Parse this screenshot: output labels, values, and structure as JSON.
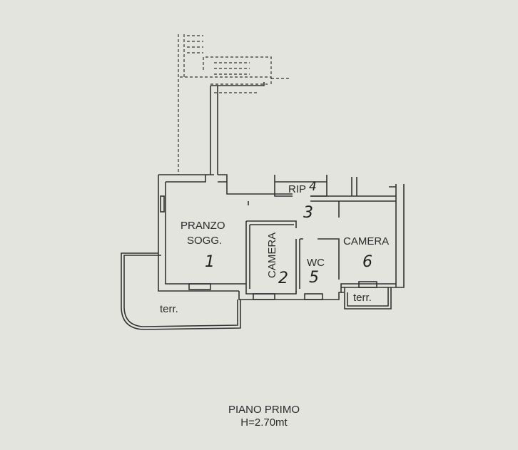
{
  "rooms": [
    {
      "name": "PRANZO",
      "name2": "SOGG.",
      "number": "1"
    },
    {
      "name": "CAMERA",
      "number": "2"
    },
    {
      "name": "",
      "number": "3"
    },
    {
      "name": "RIP",
      "number": "4"
    },
    {
      "name": "WC",
      "number": "5"
    },
    {
      "name": "CAMERA",
      "number": "6"
    }
  ],
  "terraces": [
    "terr.",
    "terr."
  ],
  "title": {
    "floor": "PIANO PRIMO",
    "height": "H=2.70mt"
  }
}
